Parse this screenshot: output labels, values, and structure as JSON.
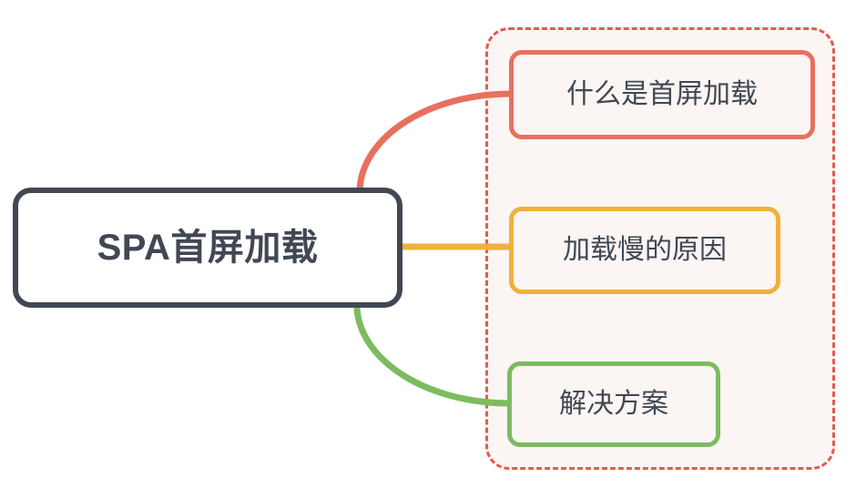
{
  "diagram": {
    "type": "mindmap",
    "title": "SPA首屏加载",
    "background_color": "#ffffff",
    "root": {
      "label": "SPA首屏加载",
      "border_color": "#414753",
      "fill_color": "#ffffff",
      "text_color": "#414753"
    },
    "children": [
      {
        "label": "什么是首屏加载",
        "border_color": "#e8705f",
        "fill_color": "#fbf5f3",
        "text_color": "#414753",
        "connector_color": "#e8705f",
        "connector_style": "curve"
      },
      {
        "label": "加载慢的原因",
        "border_color": "#f0b03c",
        "fill_color": "#fbf5f3",
        "text_color": "#414753",
        "connector_color": "#f0b03c",
        "connector_style": "straight"
      },
      {
        "label": "解决方案",
        "border_color": "#7cbc5f",
        "fill_color": "#fbf5f3",
        "text_color": "#414753",
        "connector_color": "#7cbc5f",
        "connector_style": "curve"
      }
    ],
    "selection": {
      "name": "dashed-selection-region",
      "border_color": "#e05c54",
      "border_style": "dashed",
      "fill_color": "#fbf5f3"
    }
  }
}
